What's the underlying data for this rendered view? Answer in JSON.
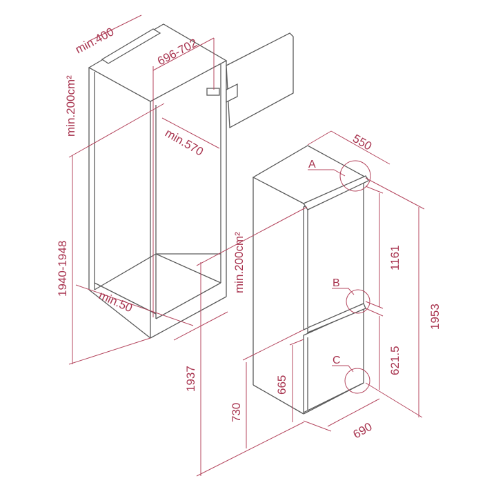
{
  "colors": {
    "outline": "#5a5a5a",
    "dimension": "#b4465e"
  },
  "niche": {
    "vent_top": "min.400",
    "width": "696-702",
    "vent_left": "min.200cm²",
    "depth": "min.570",
    "height": "1940-1948",
    "plinth": "min.50",
    "vent_bottom": "min.200cm²",
    "plinth_height": "1937"
  },
  "appliance": {
    "depth": "550",
    "upper_door": "1161",
    "lower_door": "621.5",
    "total_height": "1953",
    "width": "690",
    "lower_compartment": "665",
    "hinge_height": "730",
    "details": [
      "A",
      "B",
      "C"
    ]
  }
}
